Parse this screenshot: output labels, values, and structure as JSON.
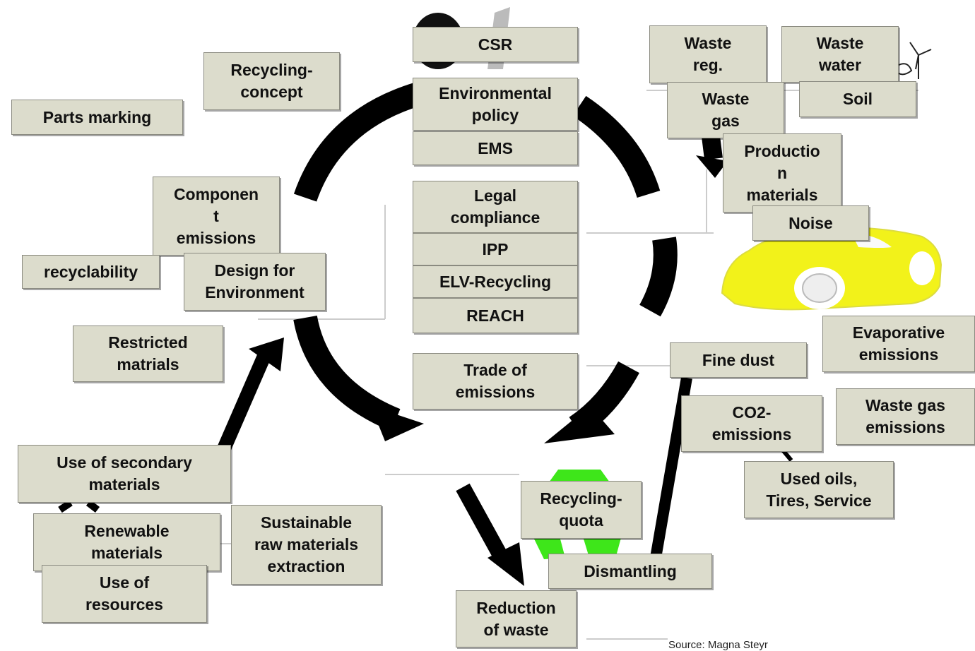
{
  "colors": {
    "box_fill": "#dcdccc",
    "box_border": "#8a8a80",
    "arrow": "#000000",
    "car_body": "#f2f21a",
    "recycle_symbol": "#3ee61a"
  },
  "icons": [
    "car-illustration",
    "recycling-symbol-icon",
    "wind-turbine-icon",
    "factory-icon"
  ],
  "center_stack": {
    "csr": "CSR",
    "environmental_policy": "Environmental\npolicy",
    "ems": "EMS",
    "legal_compliance": "Legal\ncompliance",
    "ipp": "IPP",
    "elv_recycling": "ELV-Recycling",
    "reach": "REACH",
    "trade_of_emissions": "Trade of\nemissions"
  },
  "top_right": {
    "waste_reg": "Waste\nreg.",
    "waste_water": "Waste\nwater",
    "waste_gas": "Waste\ngas",
    "soil": "Soil",
    "production_materials": "Productio\nn\nmaterials",
    "noise": "Noise"
  },
  "right": {
    "evaporative_emissions": "Evaporative\nemissions",
    "fine_dust": "Fine dust",
    "co2_emissions": "CO2-\nemissions",
    "waste_gas_emissions": "Waste gas\nemissions",
    "used_oils": "Used oils,\nTires, Service"
  },
  "bottom": {
    "recycling_quota": "Recycling-\nquota",
    "dismantling": "Dismantling",
    "reduction_of_waste": "Reduction\nof waste"
  },
  "left": {
    "recycling_concept": "Recycling-\nconcept",
    "parts_marking": "Parts marking",
    "component_emissions": "Componen\nt\nemissions",
    "recyclability": "recyclability",
    "design_for_environment": "Design for\nEnvironment",
    "restricted_materials": "Restricted\nmatrials",
    "use_of_secondary_materials": "Use of secondary\nmaterials",
    "renewable_materials": "Renewable\nmaterials",
    "use_of_resources": "Use of\nresources",
    "sustainable_raw_materials": "Sustainable\nraw materials\nextraction"
  },
  "source": "Source: Magna Steyr"
}
